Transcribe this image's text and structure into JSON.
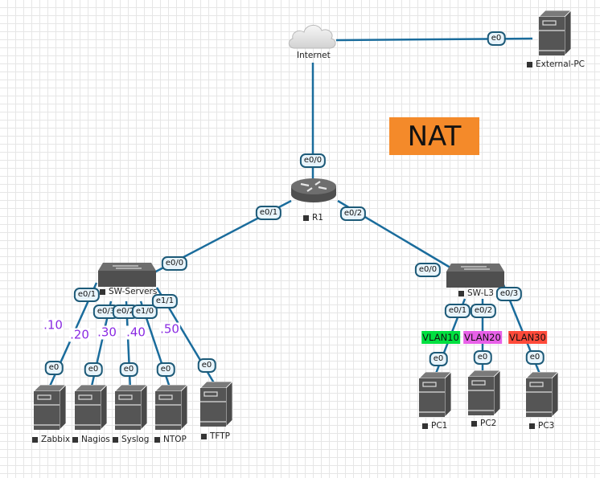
{
  "diagram": {
    "title_box": {
      "text": "NAT",
      "color": "#f48a2a"
    },
    "link_color": "#1a6c9c",
    "nodes": {
      "internet": {
        "label": "Internet",
        "type": "cloud"
      },
      "external_pc": {
        "label": "External-PC",
        "type": "server"
      },
      "r1": {
        "label": "R1",
        "type": "router"
      },
      "sw_servers": {
        "label": "SW-Servers",
        "type": "switch"
      },
      "sw_l3": {
        "label": "SW-L3",
        "type": "switch"
      },
      "zabbix": {
        "label": "Zabbix",
        "type": "server"
      },
      "nagios": {
        "label": "Nagios",
        "type": "server"
      },
      "syslog": {
        "label": "Syslog",
        "type": "server"
      },
      "ntop": {
        "label": "NTOP",
        "type": "server"
      },
      "tftp": {
        "label": "TFTP",
        "type": "server"
      },
      "pc1": {
        "label": "PC1",
        "type": "server"
      },
      "pc2": {
        "label": "PC2",
        "type": "server"
      },
      "pc3": {
        "label": "PC3",
        "type": "server"
      }
    },
    "ports": {
      "ext_e0": "e0",
      "r1_e00": "e0/0",
      "r1_e01": "e0/1",
      "r1_e02": "e0/2",
      "sws_e00": "e0/0",
      "sws_e01": "e0/1",
      "sws_e03": "e0/3",
      "sws_e02": "e0/2",
      "sws_e10": "e1/0",
      "sws_e11": "e1/1",
      "swl3_e00": "e0/0",
      "swl3_e01": "e0/1",
      "swl3_e02": "e0/2",
      "swl3_e03": "e0/3",
      "zabbix_e0": "e0",
      "nagios_e0": "e0",
      "syslog_e0": "e0",
      "ntop_e0": "e0",
      "tftp_e0": "e0",
      "pc1_e0": "e0",
      "pc2_e0": "e0",
      "pc3_e0": "e0"
    },
    "ip_labels": {
      "zabbix": ".10",
      "nagios": ".20",
      "syslog": ".30",
      "ntop": ".40",
      "tftp": ".50"
    },
    "ip_color": "#8a2be2",
    "vlans": [
      {
        "label": "VLAN10",
        "color": "#00e040"
      },
      {
        "label": "VLAN20",
        "color": "#e860e8"
      },
      {
        "label": "VLAN30",
        "color": "#ff4a3a"
      }
    ]
  }
}
